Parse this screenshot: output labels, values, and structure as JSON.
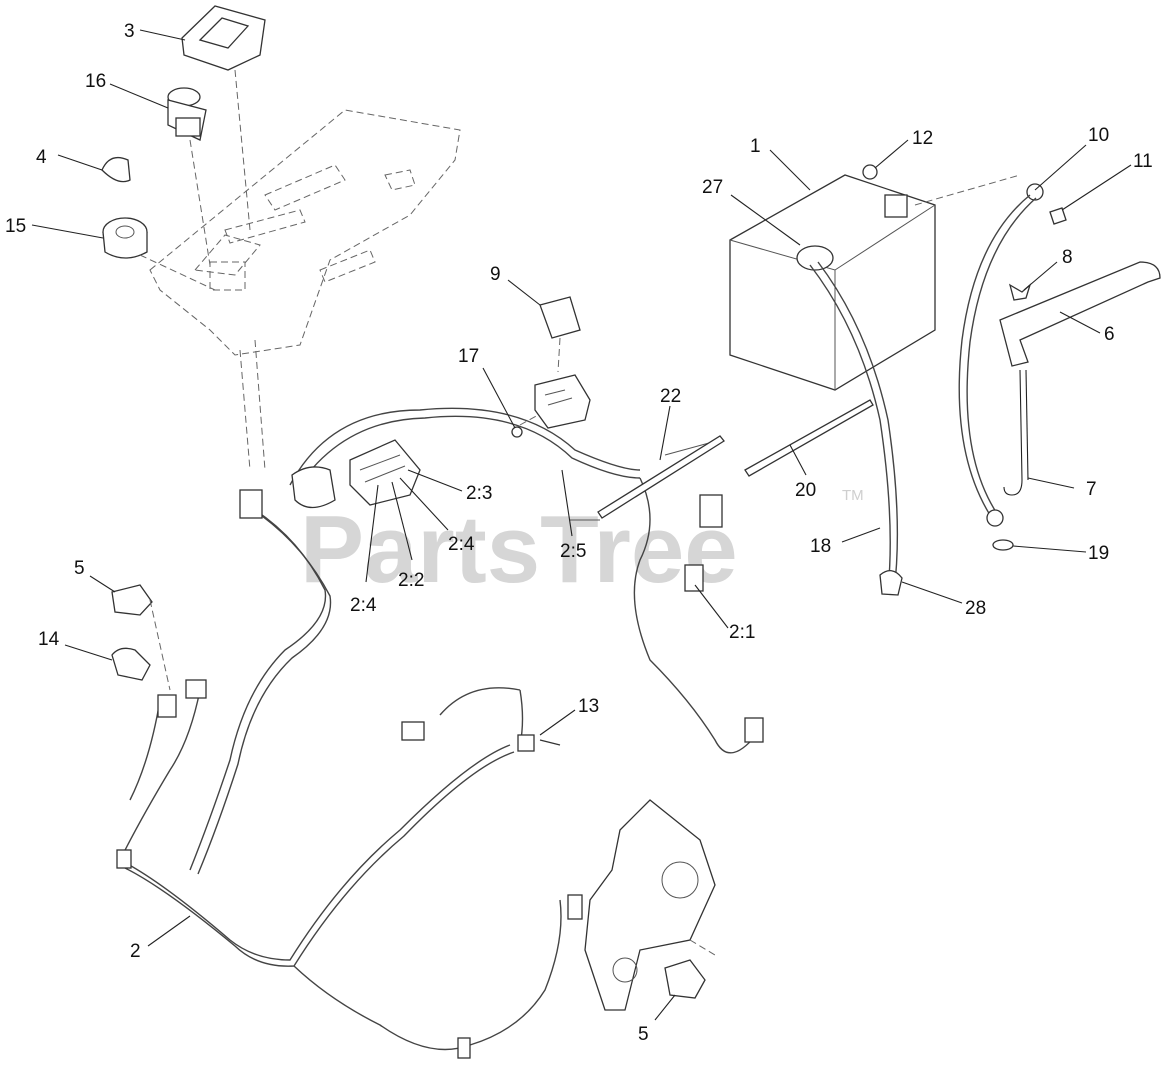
{
  "watermark": {
    "text": "PartsTree",
    "tm": "TM"
  },
  "callouts": [
    {
      "id": "c-3",
      "text": "3"
    },
    {
      "id": "c-16",
      "text": "16"
    },
    {
      "id": "c-4",
      "text": "4"
    },
    {
      "id": "c-15",
      "text": "15"
    },
    {
      "id": "c-9",
      "text": "9"
    },
    {
      "id": "c-17",
      "text": "17"
    },
    {
      "id": "c-22",
      "text": "22"
    },
    {
      "id": "c-2-3",
      "text": "2:3"
    },
    {
      "id": "c-2-4a",
      "text": "2:4"
    },
    {
      "id": "c-2-2",
      "text": "2:2"
    },
    {
      "id": "c-2-4b",
      "text": "2:4"
    },
    {
      "id": "c-2-5",
      "text": "2:5"
    },
    {
      "id": "c-1",
      "text": "1"
    },
    {
      "id": "c-12",
      "text": "12"
    },
    {
      "id": "c-10",
      "text": "10"
    },
    {
      "id": "c-11",
      "text": "11"
    },
    {
      "id": "c-27",
      "text": "27"
    },
    {
      "id": "c-8",
      "text": "8"
    },
    {
      "id": "c-6",
      "text": "6"
    },
    {
      "id": "c-20",
      "text": "20"
    },
    {
      "id": "c-7",
      "text": "7"
    },
    {
      "id": "c-18",
      "text": "18"
    },
    {
      "id": "c-19",
      "text": "19"
    },
    {
      "id": "c-28",
      "text": "28"
    },
    {
      "id": "c-2-1",
      "text": "2:1"
    },
    {
      "id": "c-5a",
      "text": "5"
    },
    {
      "id": "c-14",
      "text": "14"
    },
    {
      "id": "c-13",
      "text": "13"
    },
    {
      "id": "c-2",
      "text": "2"
    },
    {
      "id": "c-5b",
      "text": "5"
    }
  ]
}
